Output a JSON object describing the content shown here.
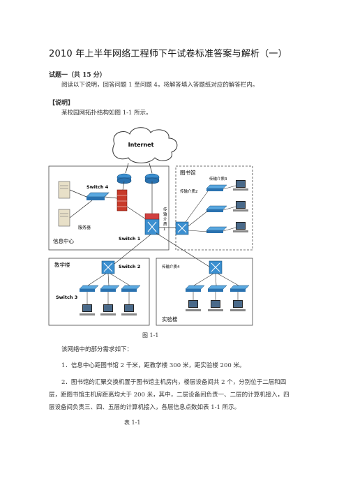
{
  "doc": {
    "title": "2010 年上半年网络工程师下午试卷标准答案与解析（一）",
    "question_heading": "试题一（共 15 分）",
    "intro": "阅读以下说明，回答问题 1 至问题 4，将解答填入答题纸对应的解答栏内。",
    "explain_label": "【说明】",
    "topology_line": "某校园网拓扑结构如图 1-1 所示。",
    "figure_caption": "图 1-1",
    "requirements_intro": "该网络中的部分需求如下：",
    "req1": "1．信息中心距图书馆 2 千米，距教学楼 300 米，距实验楼 200 米。",
    "req2_line1": "2．图书馆的汇聚交换机置于图书馆主机房内，楼层设备间共 2 个，分别位于二层和四",
    "req2_line2": "层，距图书馆主机房距离均大于 200 米，其中，二层设备间负责一、二层的计算机接入，四",
    "req2_line3": "层设备间负责三、四、五层的计算机接入，各层信息点数如表 1-1 所示。",
    "table_caption": "表 1-1"
  },
  "diagram": {
    "internet": "Internet",
    "switch4": "Switch 4",
    "server": "服务器",
    "info_center": "信息中心",
    "switch1": "Switch 1",
    "medium1_vertical": [
      "传",
      "输",
      "介",
      "质",
      "1"
    ],
    "library": "图书馆",
    "medium2": "传输介质2",
    "medium3": "传输介质3",
    "teaching": "教学楼",
    "switch2": "Switch 2",
    "switch3": "Switch 3",
    "medium4": "传输介质4",
    "lab": "实验楼"
  }
}
